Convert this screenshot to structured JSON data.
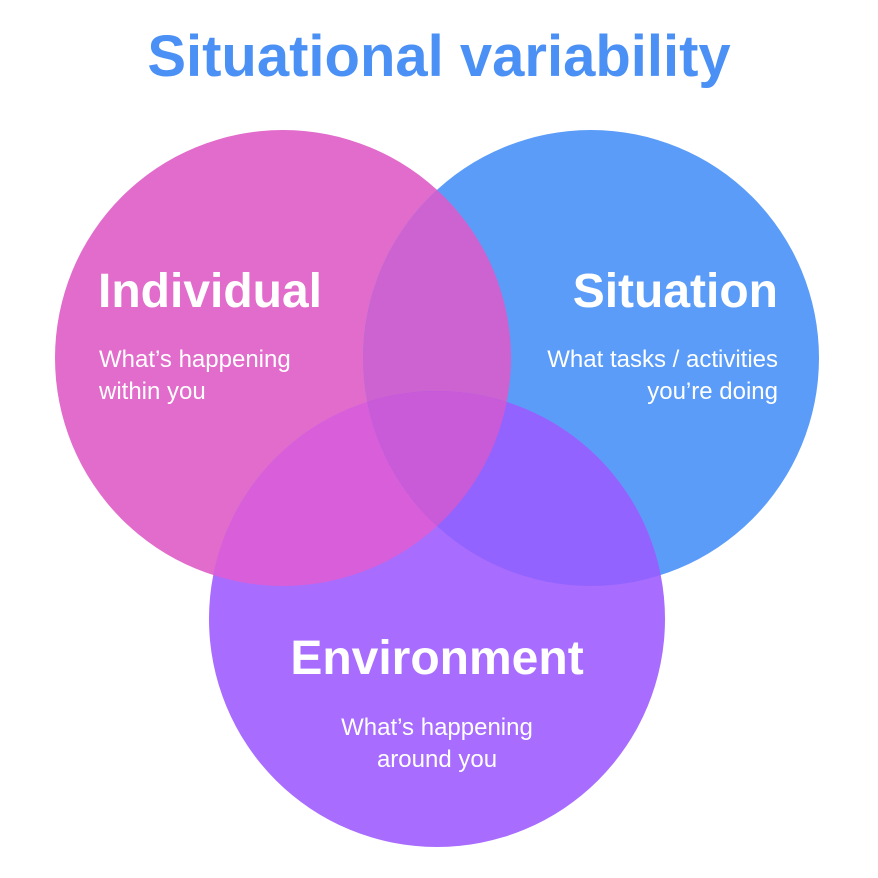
{
  "title": "Situational variability",
  "colors": {
    "title": "#4a90f5",
    "individual": "#e26ccb",
    "situation": "#5b9cf8",
    "environment": "#a86cff",
    "overlap_individual_situation": "#cd63d1",
    "overlap_individual_environment": "#d85fd9",
    "overlap_situation_environment": "#9363ff",
    "overlap_all": "#c95ad8"
  },
  "circles": {
    "individual": {
      "label": "Individual",
      "description_line1": "What’s happening",
      "description_line2": "within you"
    },
    "situation": {
      "label": "Situation",
      "description_line1": "What tasks / activities",
      "description_line2": "you’re doing"
    },
    "environment": {
      "label": "Environment",
      "description_line1": "What’s happening",
      "description_line2": "around you"
    }
  }
}
